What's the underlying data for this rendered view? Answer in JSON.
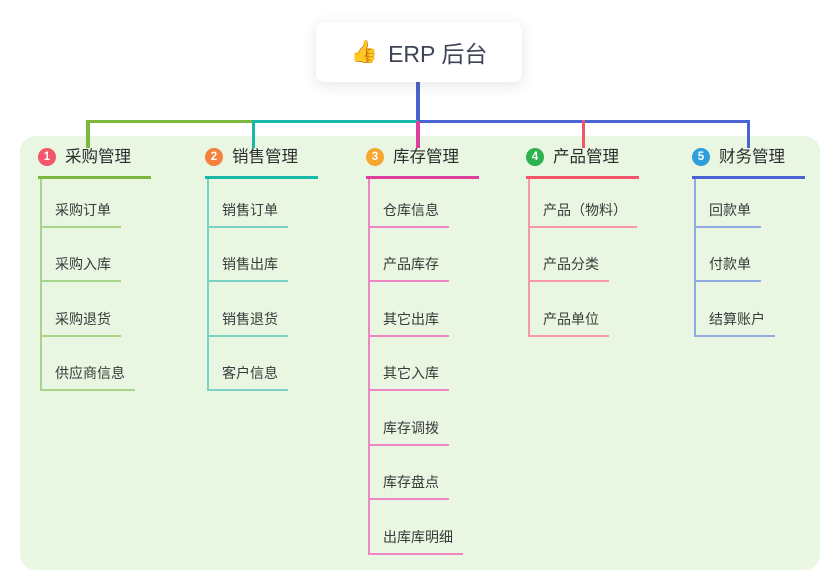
{
  "root": {
    "icon": "👍",
    "label": "ERP 后台"
  },
  "panel": {
    "bg": "#e8f6e2"
  },
  "connector": {
    "root_stem_color": "#4a63ce"
  },
  "branches": [
    {
      "num": "1",
      "label": "采购管理",
      "badge_color": "#f4566b",
      "line_color": "#7cb83e",
      "child_line_color": "#a9d489",
      "children": [
        "采购订单",
        "采购入库",
        "采购退货",
        "供应商信息"
      ]
    },
    {
      "num": "2",
      "label": "销售管理",
      "badge_color": "#f5813e",
      "line_color": "#19b9a9",
      "child_line_color": "#7ad2c6",
      "children": [
        "销售订单",
        "销售出库",
        "销售退货",
        "客户信息"
      ]
    },
    {
      "num": "3",
      "label": "库存管理",
      "badge_color": "#f7a72f",
      "line_color": "#dd3f9e",
      "child_line_color": "#ee86c3",
      "children": [
        "仓库信息",
        "产品库存",
        "其它出库",
        "其它入库",
        "库存调拨",
        "库存盘点",
        "出库库明细"
      ]
    },
    {
      "num": "4",
      "label": "产品管理",
      "badge_color": "#2cb24e",
      "line_color": "#f0556a",
      "child_line_color": "#f79aa6",
      "children": [
        "产品（物料）",
        "产品分类",
        "产品单位"
      ]
    },
    {
      "num": "5",
      "label": "财务管理",
      "badge_color": "#2f9fdb",
      "line_color": "#4a63d4",
      "child_line_color": "#92a9e6",
      "children": [
        "回款单",
        "付款单",
        "结算账户"
      ]
    }
  ]
}
